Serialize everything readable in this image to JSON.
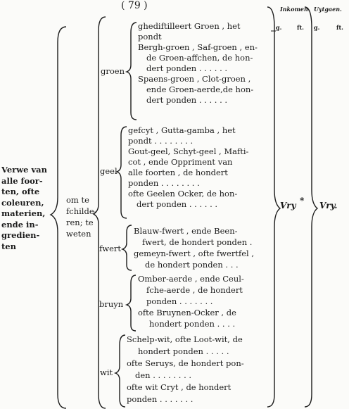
{
  "page_number": "( 79 )",
  "columns": {
    "inkomen": "Inkomen.",
    "uytgaen": "Uytgaen.",
    "unit_g1": "g.",
    "unit_st1": "ft.",
    "unit_g2": "g.",
    "unit_st2": "ft."
  },
  "main_label": [
    "Verwe van",
    "alle foor-",
    "ten, ofte",
    "coleuren,",
    "materien,",
    "ende in-",
    "gredien-",
    "ten"
  ],
  "mid_label": [
    "om te",
    "fchilde-",
    "ren; te",
    "weten"
  ],
  "groups": {
    "groen": {
      "label": "groen",
      "lines": [
        "ghediftilleert Groen , het",
        "pondt",
        "Bergh-groen , Saf-groen , en-",
        "de Groen-affchen, de hon-",
        "dert ponden . . . . . .",
        "Spaens-groen , Clot-groen ,",
        "ende Groen-aerde,de hon-",
        "dert ponden . . . . . ."
      ]
    },
    "geel": {
      "label": "geel",
      "lines": [
        "gefcyt , Gutta-gamba , het",
        "pondt . . . . . . . .",
        "Gout-geel, Schyt-geel , Mafti-",
        "cot , ende Oppriment van",
        "alle foorten , de hondert",
        "ponden . . . . . . . .",
        "ofte Geelen Ocker, de hon-",
        "dert ponden . . . . . ."
      ]
    },
    "swert": {
      "label": "fwert",
      "lines": [
        "Blauw-fwert , ende Been-",
        "fwert, de hondert ponden .",
        "gemeyn-fwert , ofte fwertfel ,",
        "de hondert ponden . . ."
      ]
    },
    "bruyn": {
      "label": "bruyn",
      "lines": [
        "Omber-aerde , ende Ceul-",
        "fche-aerde , de hondert",
        "ponden . . . . . . .",
        "ofte Bruynen-Ocker , de",
        "hondert ponden . . . ."
      ]
    },
    "wit": {
      "label": "wit",
      "lines": [
        "Schelp-wit, ofte Loot-wit, de",
        "hondert ponden . . . . .",
        "ofte Seruys, de hondert pon-",
        "den . . . . . . . .",
        "ofte wit Cryt , de hondert",
        "ponden . . . . . . ."
      ]
    }
  },
  "vry_in": "Vry",
  "vry_out": "Vry.",
  "asterisk": "*"
}
